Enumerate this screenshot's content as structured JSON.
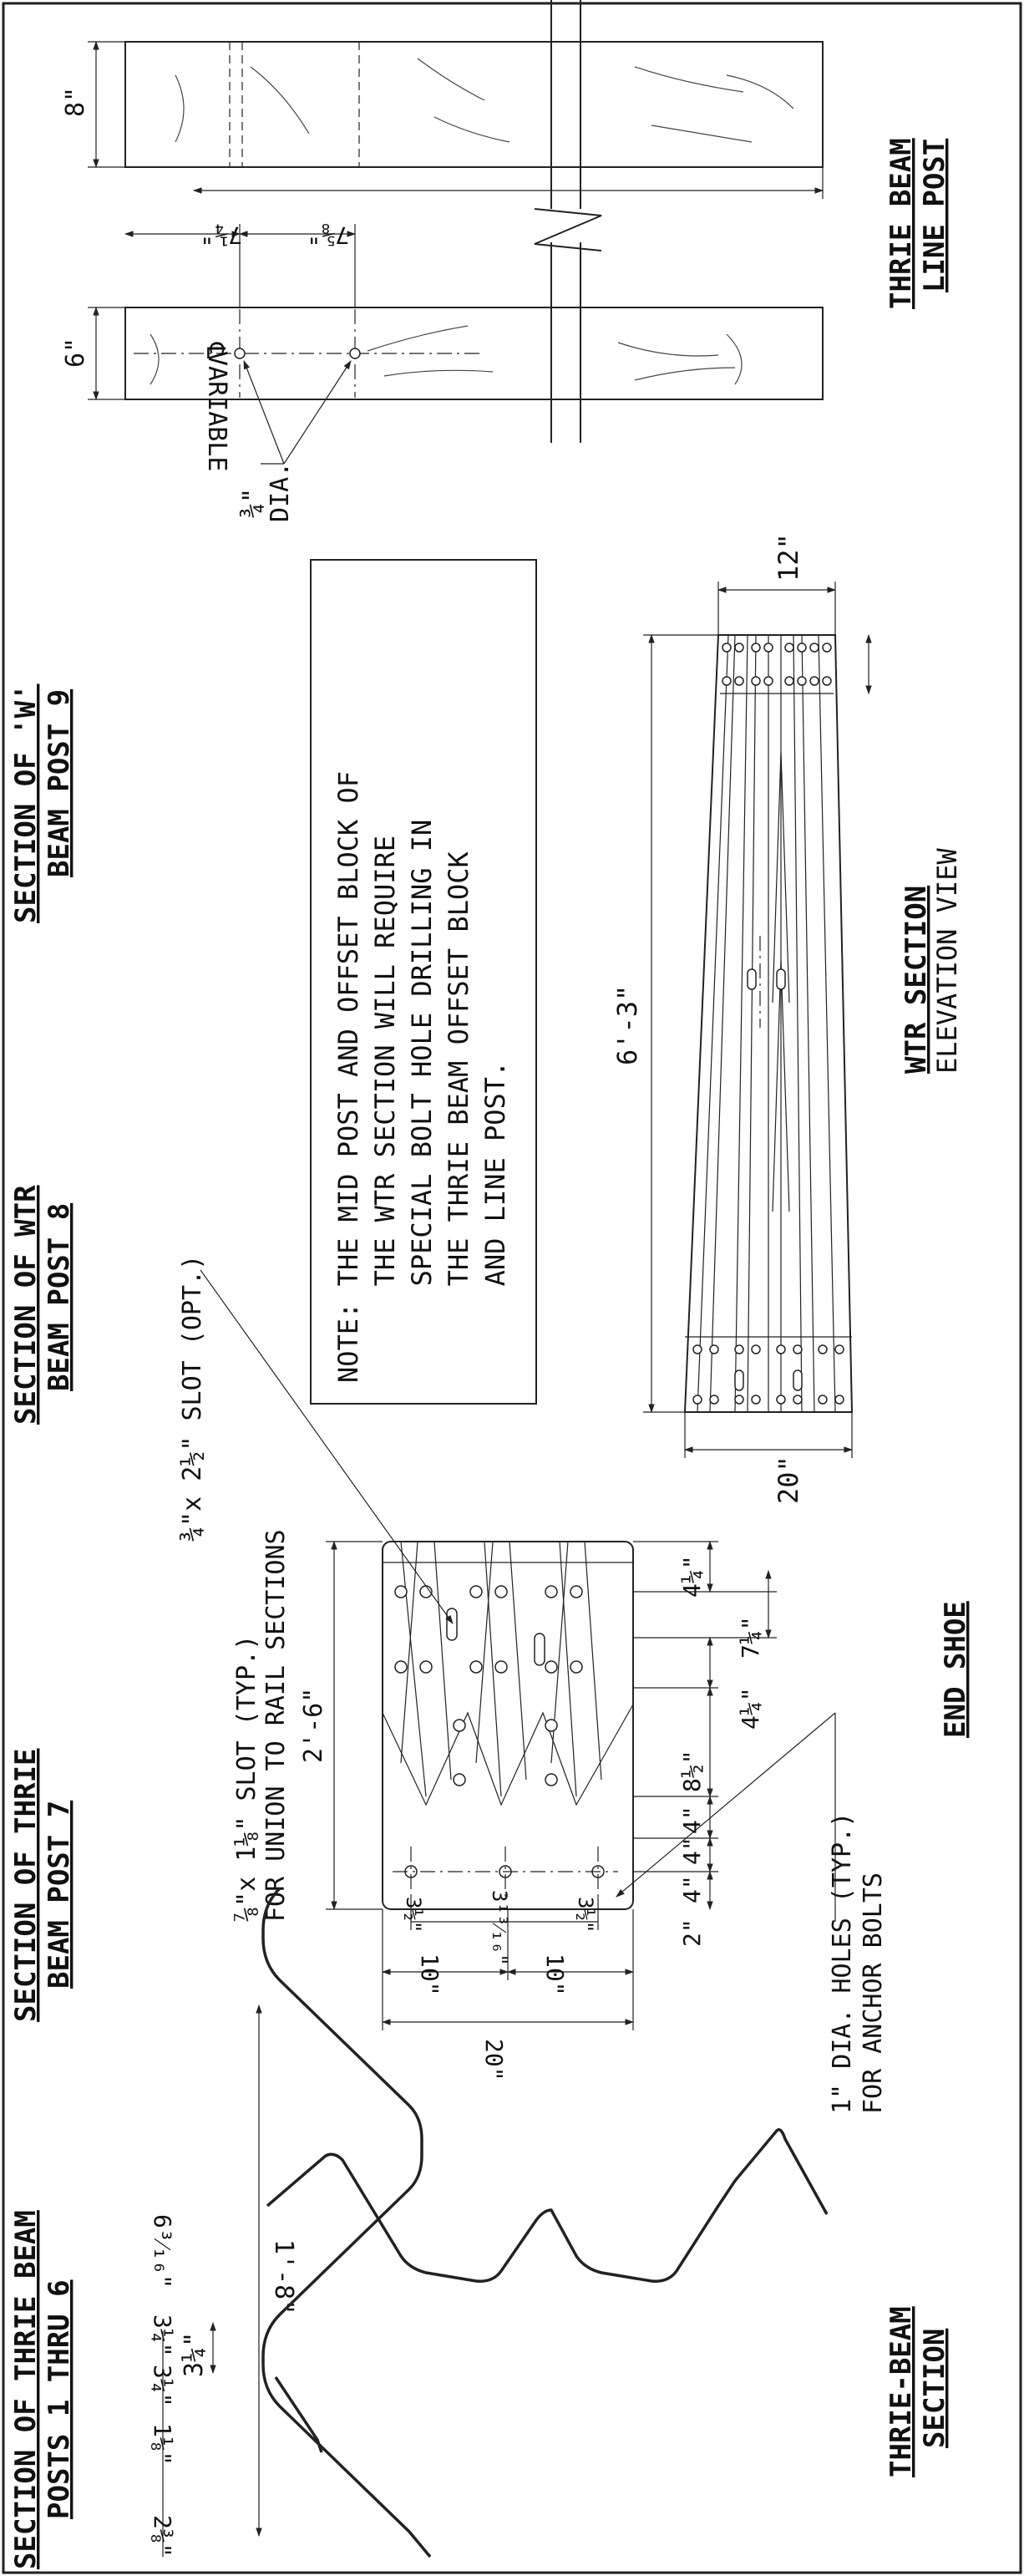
{
  "sections": {
    "posts_1_6": [
      "SECTION OF THRIE BEAM",
      "POSTS 1 THRU 6"
    ],
    "post_7": [
      "SECTION OF THRIE",
      "BEAM POST 7"
    ],
    "post_8": [
      "SECTION OF WTR",
      "BEAM POST 8"
    ],
    "post_9": [
      "SECTION OF 'W'",
      "BEAM POST 9"
    ]
  },
  "line_post": {
    "title": [
      "THRIE BEAM",
      "LINE POST"
    ],
    "dims": {
      "d8": "8\"",
      "d6": "6\"",
      "variable": "VARIABLE",
      "d7_1_4": "7¼\"",
      "d7_5_8": "7⅝\"",
      "cl": "℄"
    },
    "hole_dia_num": "¾\"",
    "hole_dia_label": "DIA."
  },
  "note": {
    "lines": [
      "NOTE: THE MID POST AND OFFSET BLOCK OF",
      "      THE WTR SECTION WILL REQUIRE",
      "      SPECIAL BOLT HOLE DRILLING IN",
      "      THE THRIE BEAM OFFSET BLOCK",
      "      AND LINE POST."
    ]
  },
  "wtr": {
    "title": "WTR SECTION",
    "subtitle": "ELEVATION VIEW",
    "dims": {
      "d12": "12\"",
      "d6_3": "6'-3\"",
      "d20": "20\""
    }
  },
  "end_shoe": {
    "title": "END SHOE",
    "slot_opt": "¾\"x 2½\" SLOT (OPT.)",
    "slot_typ": "⅞\"x 1⅛\" SLOT (TYP.)",
    "slot_typ_sub": "FOR UNION TO RAIL SECTIONS",
    "holes": "1\" DIA. HOLES (TYP.)",
    "holes_sub": "FOR ANCHOR BOLTS",
    "dims": {
      "d2_6": "2'-6\"",
      "d4_1_4a": "4¼\"",
      "d7_1_4": "7¼\"",
      "d4_1_4b": "4¼\"",
      "d8_1_2": "8½\"",
      "d4a": "4\"",
      "d4b": "4\"",
      "d4c": "4\"",
      "d2": "2\"",
      "d10a": "10\"",
      "d10b": "10\"",
      "d20": "20\"",
      "d3_1_2a": "3½\"",
      "d3_13_16": "3¹³⁄₁₆\"",
      "d3_1_2b": "3½\""
    }
  },
  "thrie_section": {
    "title": [
      "THRIE-BEAM",
      "SECTION"
    ],
    "dims": {
      "d1_8": "1'-8\"",
      "d3_1_4h": "3¼\"",
      "d2_3_8": "2⅜\"",
      "d3_1_4a": "3¼\"",
      "d1_1_8": "1⅛\"",
      "d3_1_4b": "3¼\"",
      "d6_3_16": "6³⁄₁₆\""
    }
  }
}
